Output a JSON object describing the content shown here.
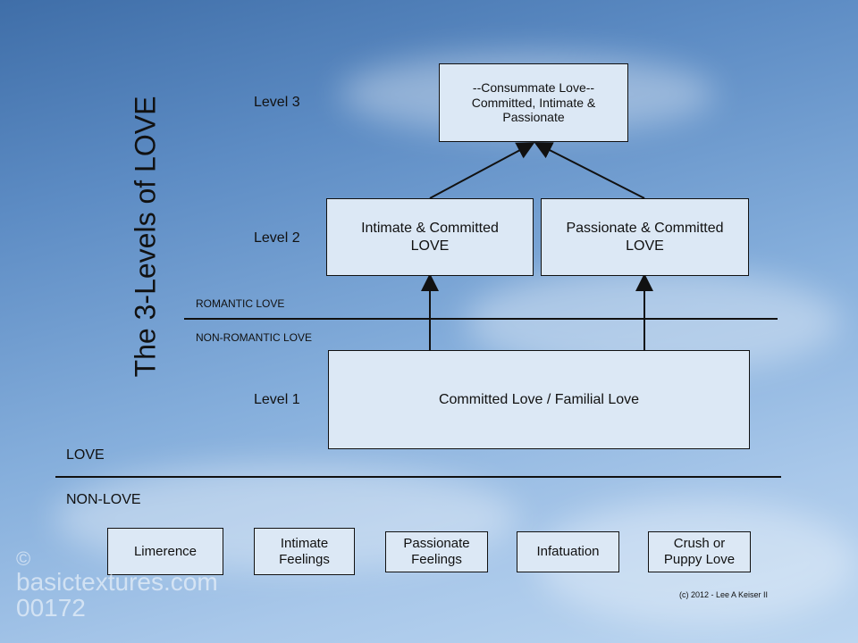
{
  "title": "The 3-Levels of LOVE",
  "levels": {
    "l3": "Level 3",
    "l2": "Level 2",
    "l1": "Level 1"
  },
  "boxes": {
    "consummate": [
      "--Consummate Love--",
      "Committed, Intimate &",
      "Passionate"
    ],
    "intimate_committed": [
      "Intimate & Committed",
      "LOVE"
    ],
    "passionate_committed": [
      "Passionate & Committed",
      "LOVE"
    ],
    "committed_familial": "Committed Love / Familial Love"
  },
  "dividers": {
    "romantic": "ROMANTIC LOVE",
    "non_romantic": "NON-ROMANTIC LOVE",
    "love": "LOVE",
    "non_love": "NON-LOVE"
  },
  "non_love_items": [
    [
      "Limerence"
    ],
    [
      "Intimate",
      "Feelings"
    ],
    [
      "Passionate",
      "Feelings"
    ],
    [
      "Infatuation"
    ],
    [
      "Crush or",
      "Puppy Love"
    ]
  ],
  "copyright": "(c) 2012 - Lee A Keiser II",
  "watermark": [
    "©",
    "basictextures.com",
    "00172"
  ]
}
